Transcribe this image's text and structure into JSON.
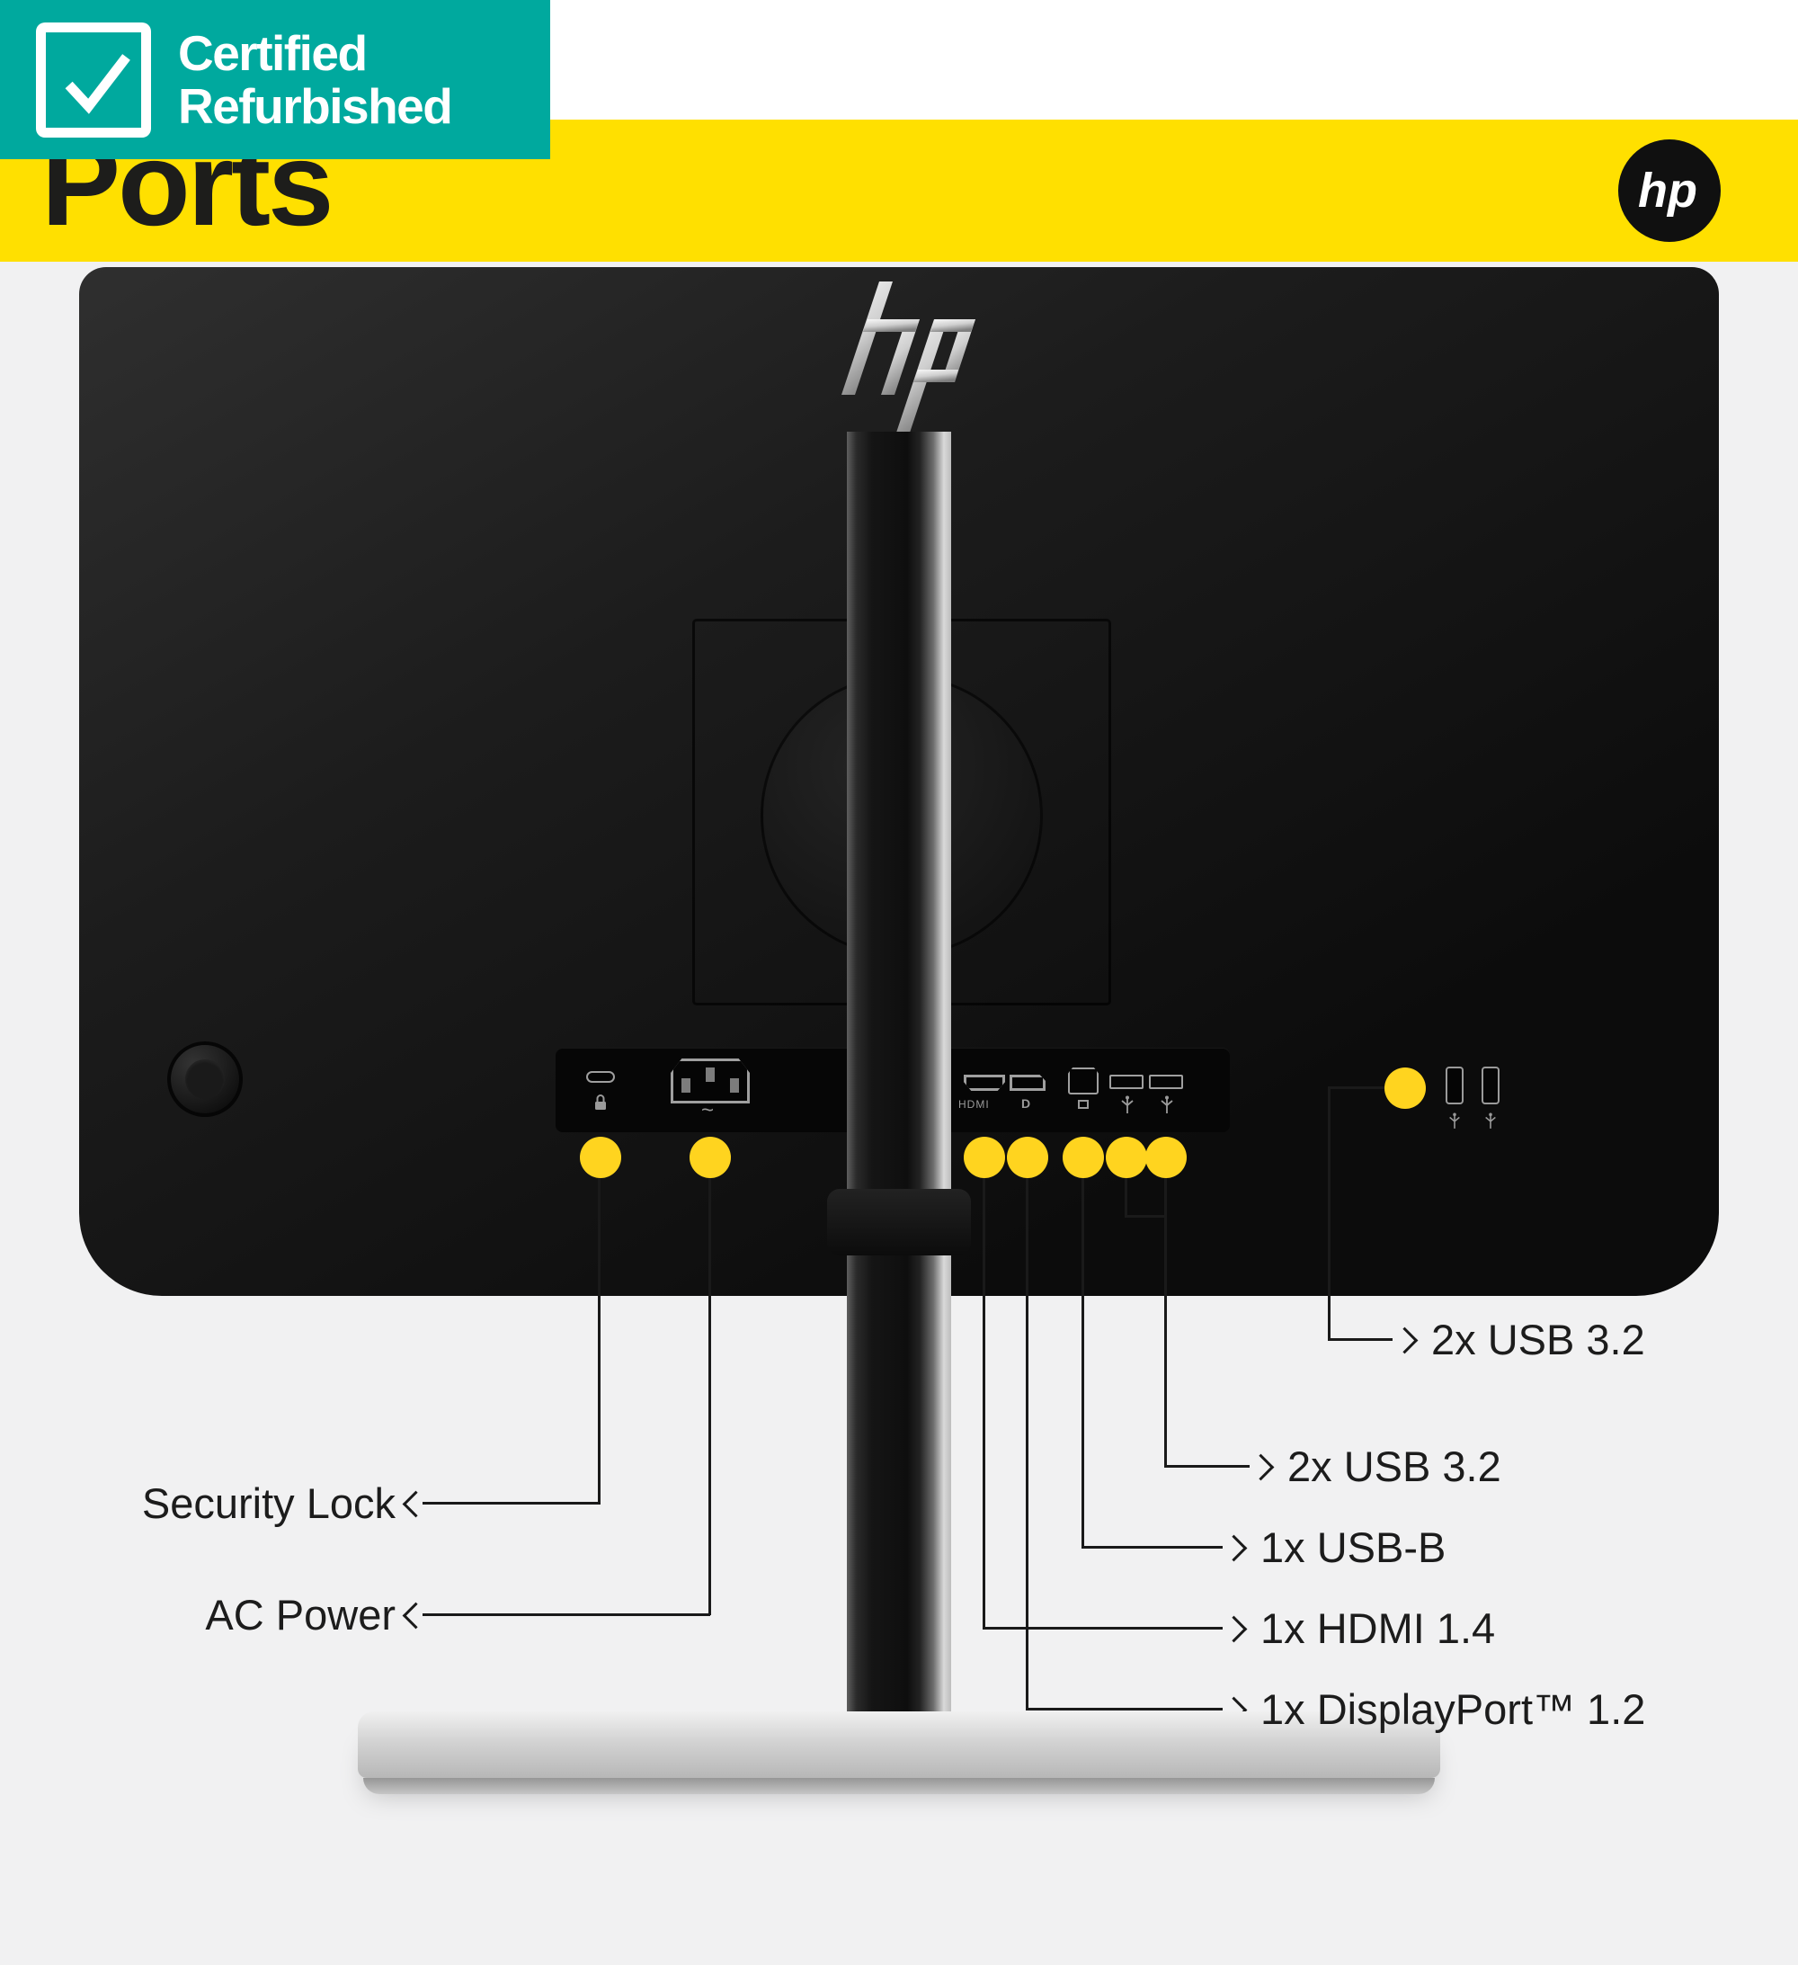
{
  "colors": {
    "teal": "#00A99E",
    "yellow": "#FFE000",
    "background": "#F1F1F2",
    "ink": "#1D1D1B",
    "callout_dot": "#FFD41F",
    "callout_line": "#1A1A1A"
  },
  "badge": {
    "line1": "Certified",
    "line2": "Refurbished"
  },
  "banner": {
    "title": "Ports",
    "hp_logo_text": "hp"
  },
  "monitor": {
    "captions": {
      "hdmi": "HDMI",
      "power": "~",
      "displayport": "D"
    }
  },
  "callouts": {
    "security_lock": "Security Lock",
    "ac_power": "AC Power",
    "usb_side": "2x USB 3.2",
    "usb_rear": "2x USB 3.2",
    "usb_b": "1x USB-B",
    "hdmi": "1x HDMI 1.4",
    "displayport": "1x DisplayPort™ 1.2"
  }
}
